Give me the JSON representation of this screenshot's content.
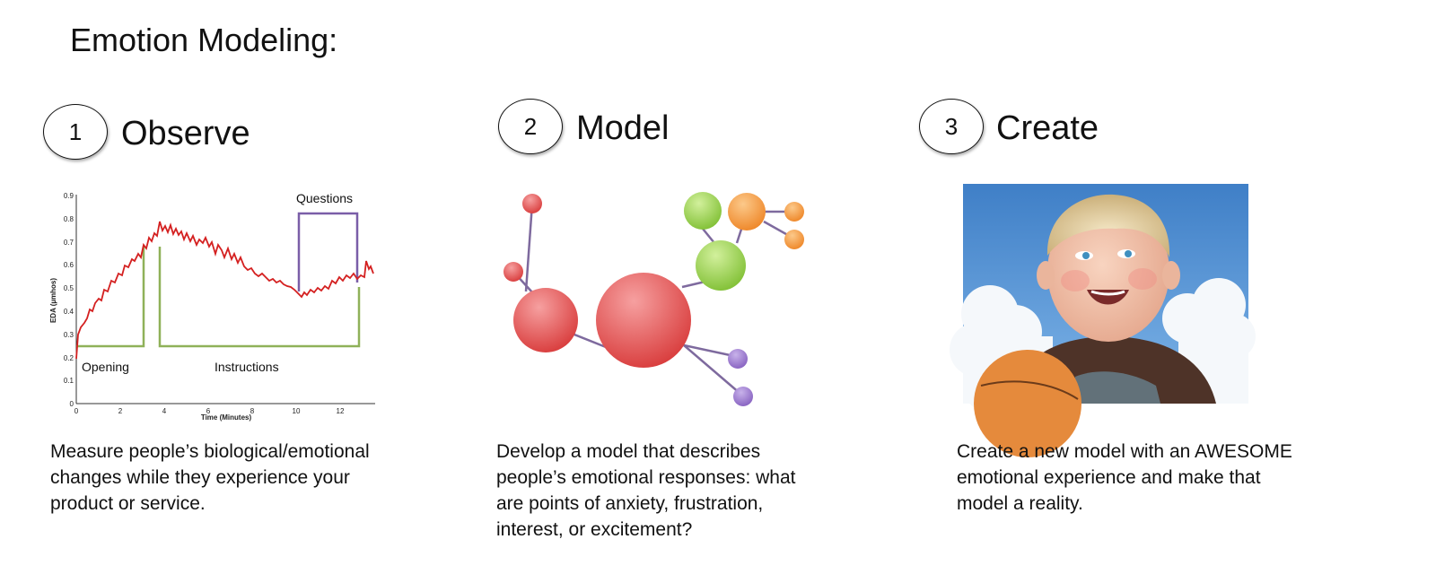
{
  "page": {
    "title": "Emotion Modeling:"
  },
  "steps": [
    {
      "number": "1",
      "label": "Observe",
      "description": "Measure people’s biological/emotional changes while they experience your product or service."
    },
    {
      "number": "2",
      "label": "Model",
      "description": "Develop a model that describes people’s emotional responses: what are points of anxiety, frustration, interest, or excitement?"
    },
    {
      "number": "3",
      "label": "Create",
      "description": "Create a new model with an AWESOME emotional experience and make that model a reality."
    }
  ],
  "eda_chart": {
    "ylabel": "EDA (µmhos)",
    "xlabel": "Time (Minutes)",
    "y_ticks": [
      "0",
      "0.1",
      "0.2",
      "0.3",
      "0.4",
      "0.5",
      "0.6",
      "0.7",
      "0.8",
      "0.9"
    ],
    "x_ticks": [
      "0",
      "2",
      "4",
      "6",
      "8",
      "10",
      "12"
    ],
    "phases": [
      "Opening",
      "Instructions",
      "Questions"
    ],
    "colors": {
      "signal": "#d42020",
      "phase_low": "#8fb159",
      "phase_high": "#7a5ea8"
    }
  },
  "model_graph": {
    "colors": {
      "red": "#e34b4b",
      "green": "#9bd054",
      "orange": "#f39a3c",
      "purple": "#9470c8",
      "edge": "#7e6a9e"
    }
  },
  "photo": {
    "alt": "Smiling baby holding a basketball against a blue sky with clouds"
  }
}
